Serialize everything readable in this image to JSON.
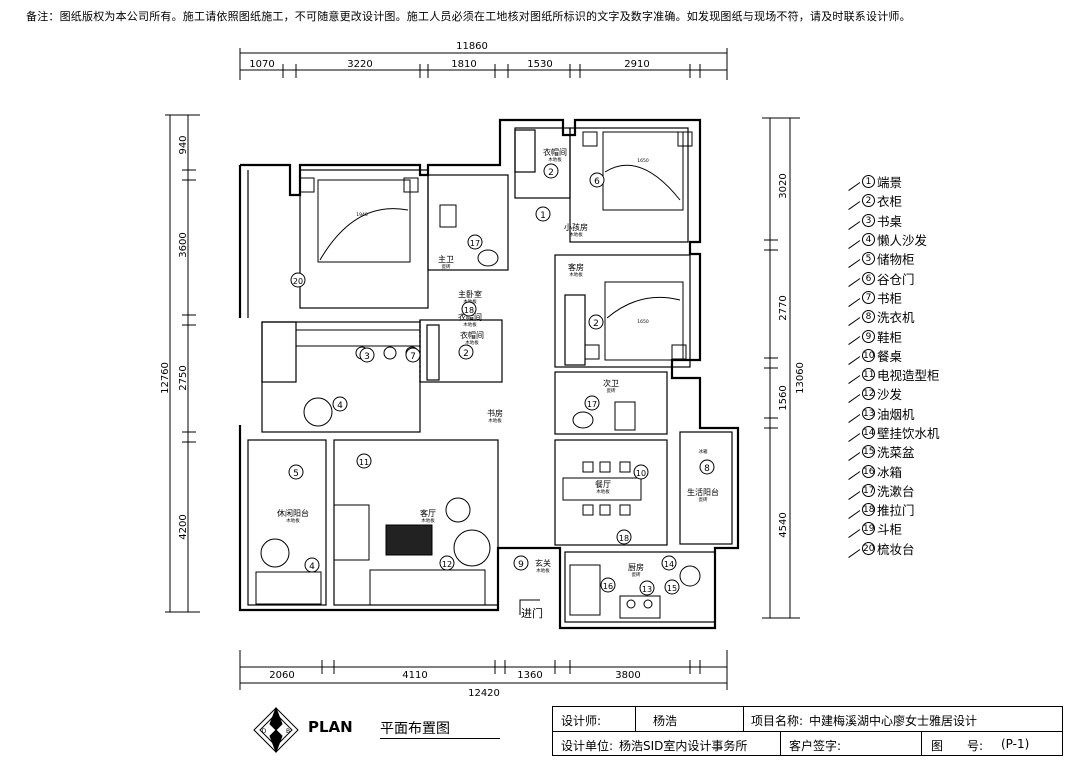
{
  "notice": "备注：图纸版权为本公司所有。施工请依照图纸施工，不可随意更改设计图。施工人员必须在工地核对图纸所标识的文字及数字准确。如发现图纸与现场不符，请及时联系设计师。",
  "dimensions": {
    "top_total": "11860",
    "top": [
      "1070",
      "3220",
      "1810",
      "1530",
      "2910"
    ],
    "bottom_total": "12420",
    "bottom": [
      "2060",
      "4110",
      "1360",
      "3800"
    ],
    "left_total": "12760",
    "left": [
      "940",
      "3600",
      "2750",
      "4200"
    ],
    "right_total": "13060",
    "right": [
      "3020",
      "2770",
      "1560",
      "4540"
    ]
  },
  "rooms": {
    "master_bedroom": "主卧室",
    "master_bath": "主卫",
    "walkin_closet_1": "衣帽间",
    "walkin_closet_2": "衣帽间",
    "walkin_closet_3": "衣帽间",
    "kids_room": "小孩房",
    "guest_room": "客房",
    "second_bath": "次卫",
    "study": "书房",
    "leisure_balcony": "休闲阳台",
    "living_room": "客厅",
    "dining_room": "餐厅",
    "service_balcony": "生活阳台",
    "kitchen": "厨房",
    "foyer": "玄关",
    "entrance": "进门",
    "floor_wood": "木地板",
    "floor_tile": "瓷砖",
    "fridge_label": "冰箱",
    "bed_master": "1940",
    "bed_kids": "1650",
    "bed_guest": "1650"
  },
  "legend": [
    {
      "num": "1",
      "label": "端景"
    },
    {
      "num": "2",
      "label": "衣柜"
    },
    {
      "num": "3",
      "label": "书桌"
    },
    {
      "num": "4",
      "label": "懒人沙发"
    },
    {
      "num": "5",
      "label": "储物柜"
    },
    {
      "num": "6",
      "label": "谷仓门"
    },
    {
      "num": "7",
      "label": "书柜"
    },
    {
      "num": "8",
      "label": "洗衣机"
    },
    {
      "num": "9",
      "label": "鞋柜"
    },
    {
      "num": "10",
      "label": "餐桌"
    },
    {
      "num": "11",
      "label": "电视造型柜"
    },
    {
      "num": "12",
      "label": "沙发"
    },
    {
      "num": "13",
      "label": "油烟机"
    },
    {
      "num": "14",
      "label": "壁挂饮水机"
    },
    {
      "num": "15",
      "label": "洗菜盆"
    },
    {
      "num": "16",
      "label": "冰箱"
    },
    {
      "num": "17",
      "label": "洗漱台"
    },
    {
      "num": "18",
      "label": "推拉门"
    },
    {
      "num": "19",
      "label": "斗柜"
    },
    {
      "num": "20",
      "label": "梳妆台"
    }
  ],
  "title_block": {
    "designer_label": "设计师:",
    "designer": "杨浩",
    "project_label": "项目名称:",
    "project": "中建梅溪湖中心廖女士雅居设计",
    "unit_label": "设计单位:",
    "unit": "杨浩SID室内设计事务所",
    "client_label": "客户签字:",
    "drawing_label": "图　　号:",
    "drawing_no": "(P-1)"
  },
  "plan_label": "PLAN",
  "plan_title": "平面布置图",
  "north_marks": [
    "A",
    "B",
    "C",
    "D"
  ],
  "colors": {
    "line": "#000000",
    "wall_fill": "#ffffff",
    "rug": "#222222"
  }
}
